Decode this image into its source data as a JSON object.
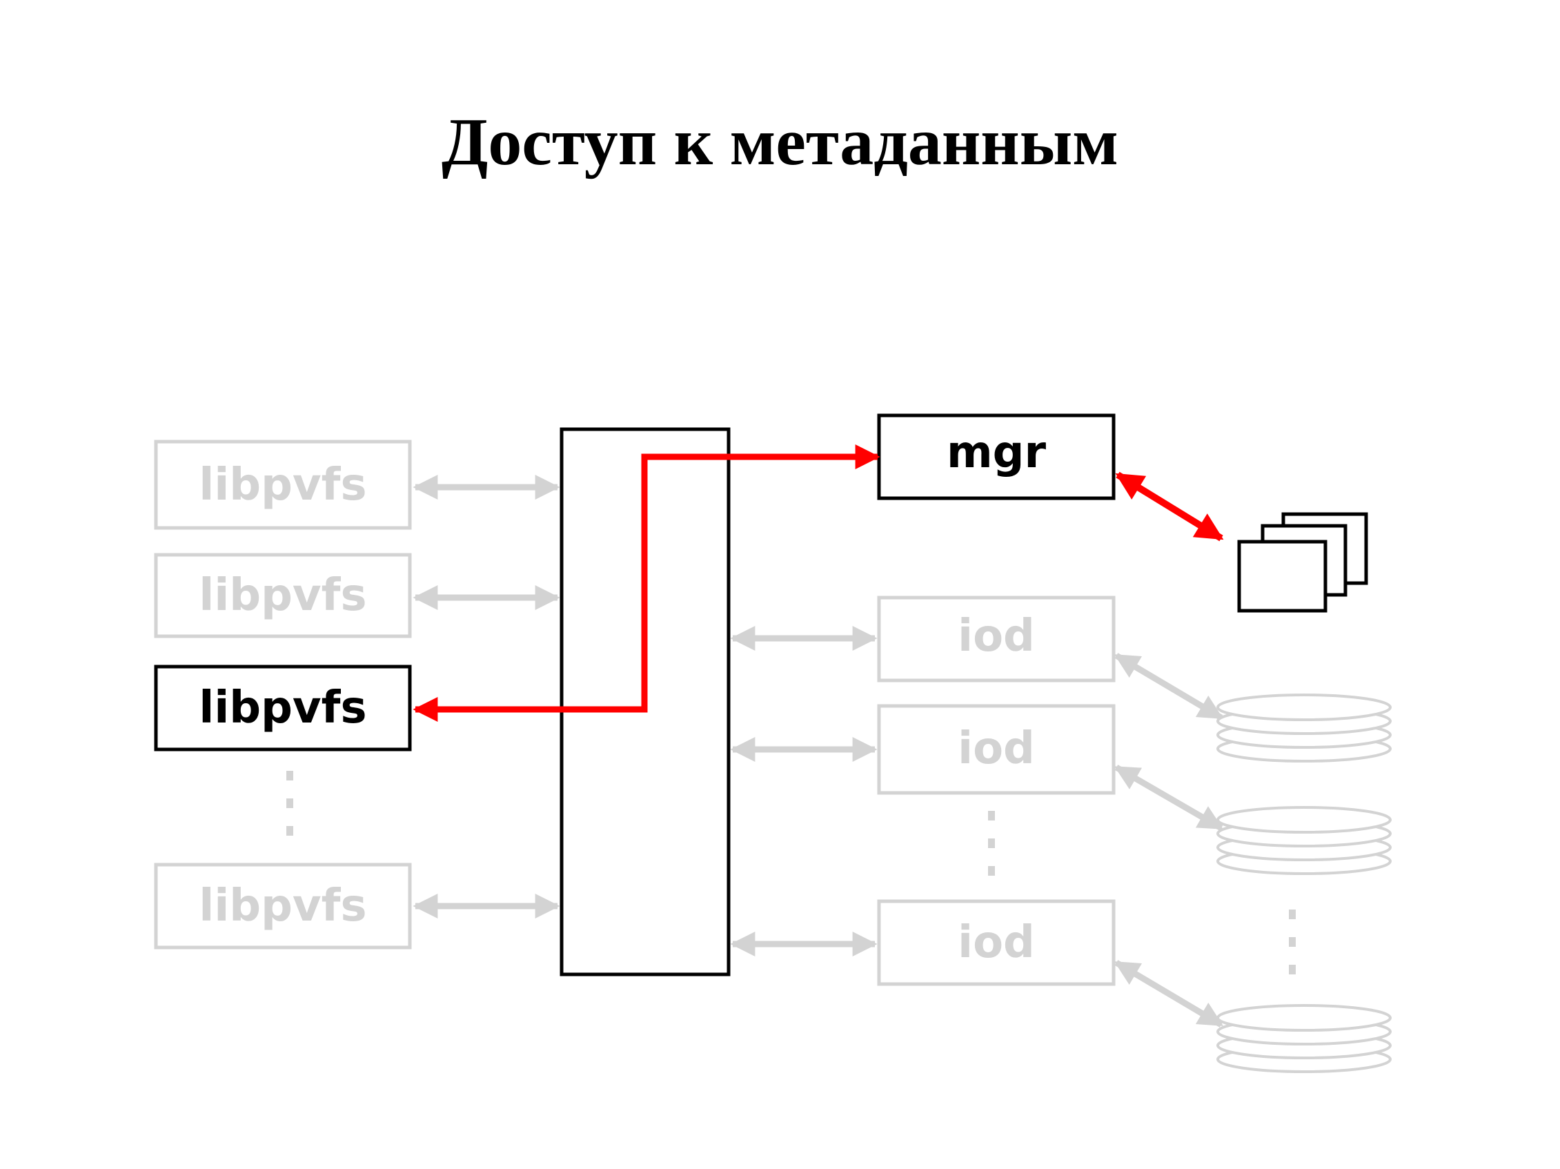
{
  "title": "Доступ к метаданным",
  "clients": {
    "label": "libpvfs",
    "items": [
      {
        "label": "libpvfs",
        "active": false
      },
      {
        "label": "libpvfs",
        "active": false
      },
      {
        "label": "libpvfs",
        "active": true
      },
      {
        "label": "libpvfs",
        "active": false
      }
    ]
  },
  "manager": {
    "label": "mgr",
    "active": true
  },
  "iods": {
    "items": [
      {
        "label": "iod",
        "active": false
      },
      {
        "label": "iod",
        "active": false
      },
      {
        "label": "iod",
        "active": false
      }
    ]
  },
  "colors": {
    "active_stroke": "#000000",
    "inactive_stroke": "#d3d3d3",
    "highlight_arrow": "#ff0000",
    "background": "#ffffff"
  }
}
